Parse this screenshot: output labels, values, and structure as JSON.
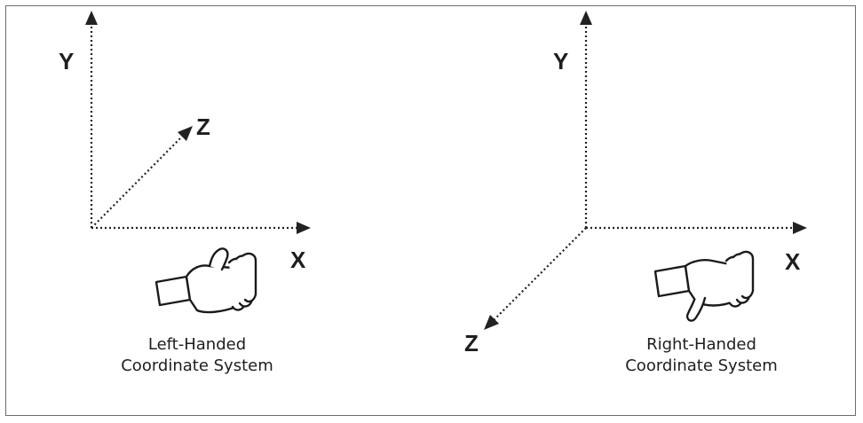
{
  "left_system": {
    "y_label": "Y",
    "x_label": "X",
    "z_label": "Z",
    "caption_line1": "Left-Handed",
    "caption_line2": "Coordinate System",
    "icon": "left-hand-icon"
  },
  "right_system": {
    "y_label": "Y",
    "x_label": "X",
    "z_label": "Z",
    "caption_line1": "Right-Handed",
    "caption_line2": "Coordinate System",
    "icon": "right-hand-icon"
  },
  "colors": {
    "ink": "#1e1e1e",
    "border": "#6d6d6d",
    "background": "#ffffff"
  }
}
